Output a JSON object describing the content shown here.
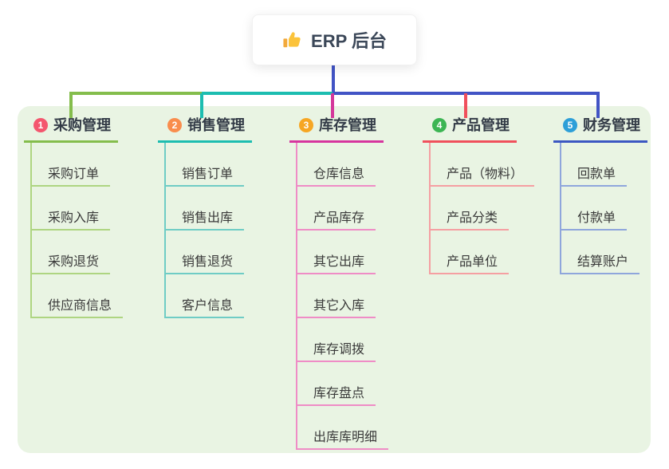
{
  "root": {
    "title": "ERP 后台",
    "icon": "thumbs-up-icon"
  },
  "colors": {
    "canvas_bg": "#ffffff",
    "card_bg": "#e9f4e3",
    "root_line": "#4254c5",
    "root_title_text": "#3b4758",
    "branch_label_text": "#333b47",
    "child_label_text": "#3a3a3a"
  },
  "branches": [
    {
      "number": "1",
      "label": "采购管理",
      "badge_color": "#f4566e",
      "line_color": "#84bd4c",
      "child_line_color": "#aed581",
      "children": [
        "采购订单",
        "采购入库",
        "采购退货",
        "供应商信息"
      ]
    },
    {
      "number": "2",
      "label": "销售管理",
      "badge_color": "#f98d4d",
      "line_color": "#1dbdb0",
      "child_line_color": "#6fccc5",
      "children": [
        "销售订单",
        "销售出库",
        "销售退货",
        "客户信息"
      ]
    },
    {
      "number": "3",
      "label": "库存管理",
      "badge_color": "#f6a623",
      "line_color": "#d6359e",
      "child_line_color": "#ef8cc6",
      "children": [
        "仓库信息",
        "产品库存",
        "其它出库",
        "其它入库",
        "库存调拨",
        "库存盘点",
        "出库库明细"
      ]
    },
    {
      "number": "4",
      "label": "产品管理",
      "badge_color": "#3cb553",
      "line_color": "#f0505c",
      "child_line_color": "#f59fa2",
      "children": [
        "产品（物料）",
        "产品分类",
        "产品单位"
      ]
    },
    {
      "number": "5",
      "label": "财务管理",
      "badge_color": "#2d9fd8",
      "line_color": "#3c57c2",
      "child_line_color": "#8fa6dc",
      "children": [
        "回款单",
        "付款单",
        "结算账户"
      ]
    }
  ]
}
